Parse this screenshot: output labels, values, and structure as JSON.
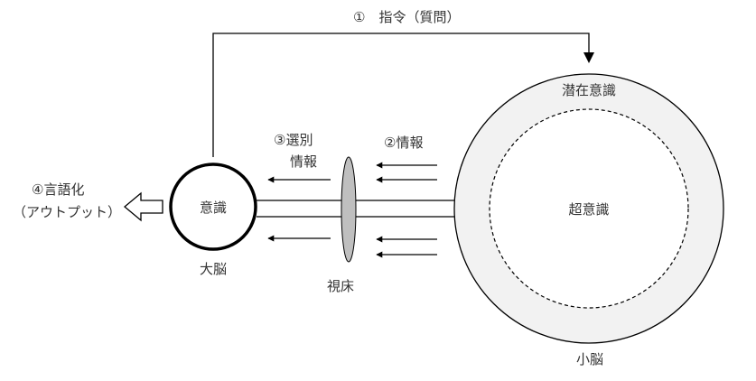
{
  "labels": {
    "step1": "①　指令（質問）",
    "step2": "②情報",
    "step3_line1": "③選別",
    "step3_line2": "情報",
    "step4_line1": "④言語化",
    "step4_line2": "（アウトプット）",
    "consciousness": "意識",
    "cerebrum": "大脳",
    "thalamus": "視床",
    "subconscious": "潜在意識",
    "superconscious": "超意識",
    "cerebellum": "小脳"
  },
  "colors": {
    "stroke": "#000000",
    "text": "#333333",
    "ring_fill": "#f2f2f2",
    "lens_fill": "#bfbfbf",
    "inner_fill": "#ffffff"
  }
}
